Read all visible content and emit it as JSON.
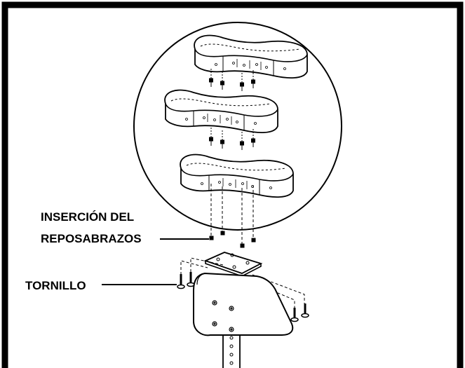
{
  "labels": {
    "armrest_insert_line1": "INSERCIÓN DEL",
    "armrest_insert_line2": "REPOSABRAZOS",
    "screw": "TORNILLO"
  },
  "colors": {
    "ink": "#000000",
    "paper": "#ffffff"
  }
}
